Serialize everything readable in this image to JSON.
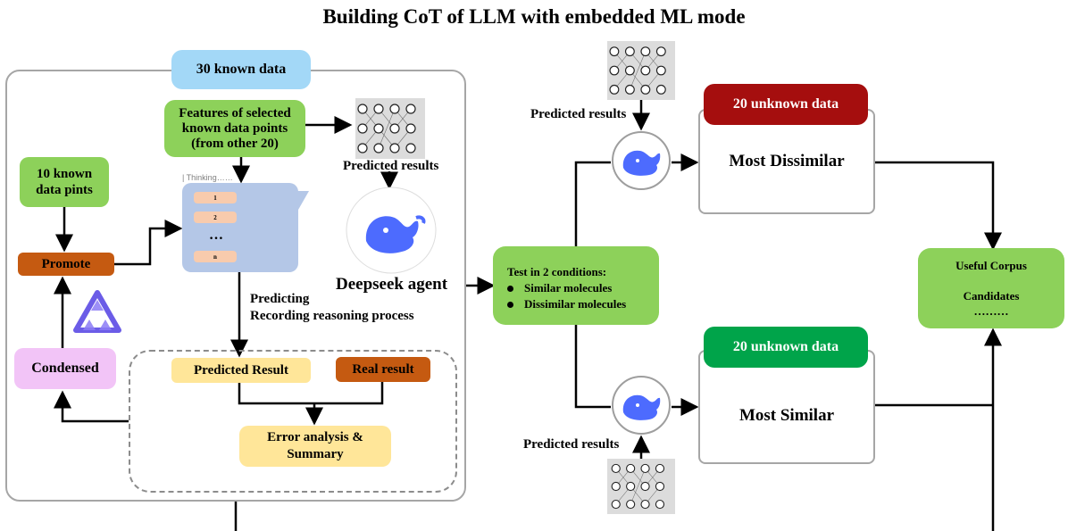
{
  "title": "Building CoT of LLM with embedded ML mode",
  "left": {
    "known30": "30 known data",
    "features": [
      "Features of selected",
      "known data points",
      "(from other 20)"
    ],
    "known10": [
      "10 known",
      "data pints"
    ],
    "promote": "Promote",
    "condensed": "Condensed",
    "thinking": {
      "label": "| Thinking……",
      "items": [
        "1",
        "2",
        "n"
      ],
      "ellipsis": "…"
    },
    "predicted_results": "Predicted results",
    "deepseek_agent": "Deepseek agent",
    "predicting": [
      "Predicting",
      "Recording reasoning process"
    ],
    "predicted_result": "Predicted Result",
    "real_result": "Real result",
    "error_analysis": [
      "Error analysis &",
      "Summary"
    ]
  },
  "middle": {
    "test_title": "Test in 2 conditions:",
    "conditions": [
      "Similar molecules",
      "Dissimilar molecules"
    ],
    "predicted_results_top": "Predicted results",
    "predicted_results_bottom": "Predicted results"
  },
  "right": {
    "unknown_top": "20 unknown data",
    "most_dissimilar": "Most Dissimilar",
    "unknown_bottom": "20 unknown data",
    "most_similar": "Most Similar",
    "useful": [
      "Useful Corpus",
      "Candidates",
      "………"
    ]
  },
  "colors": {
    "green": "#8dd15a",
    "blue_light": "#a3d8f7",
    "orange": "#c55a11",
    "pink": "#f2c4f7",
    "yellow": "#ffe699",
    "dark_red": "#a50e0e",
    "dark_green": "#00a44a",
    "thinking_blue": "#b4c7e7",
    "whale_blue": "#4d6bfe"
  }
}
